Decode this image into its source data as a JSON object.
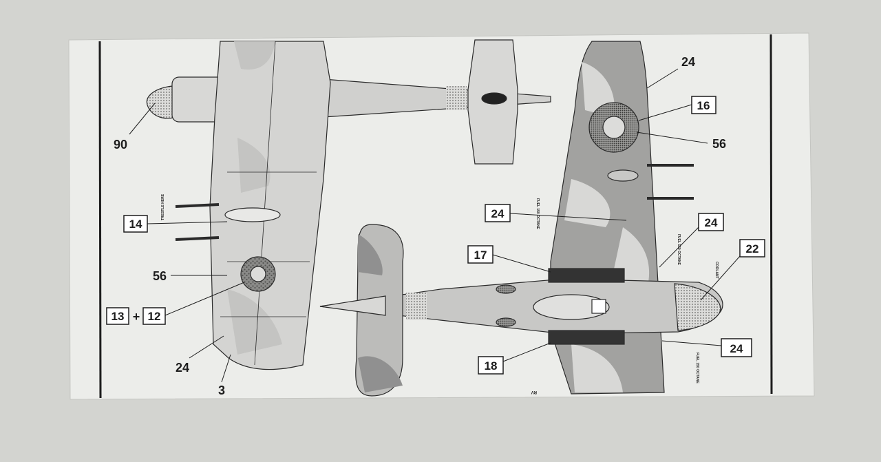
{
  "scene": "Upside-down aircraft model kit painting and decal placement sheet photographed on a grey table",
  "colors": {
    "background": "#d3d4d0",
    "paper": "#ecedea",
    "ink": "#1d1d1d",
    "light_grey": "#c8c8c6",
    "dark_grey": "#8e8e8c",
    "band_black": "#333333"
  },
  "callouts": {
    "top_view": {
      "c90": "90",
      "c14": "14",
      "c56": "56",
      "c12": "12",
      "plus": "+",
      "c13": "13",
      "c24": "24",
      "c3": "3"
    },
    "bottom_view": {
      "c24_top": "24",
      "c16": "16",
      "c56": "56",
      "c24_fuel": "24",
      "c17": "17",
      "c24_right": "24",
      "c22": "22",
      "c18": "18",
      "c24_bottom": "24"
    }
  },
  "stencils": {
    "trestle": "TRESTLE HERE",
    "fuel_150": "FUEL 150 OCTANE",
    "coolant": "COOLANT"
  },
  "fragment_text": "RV"
}
